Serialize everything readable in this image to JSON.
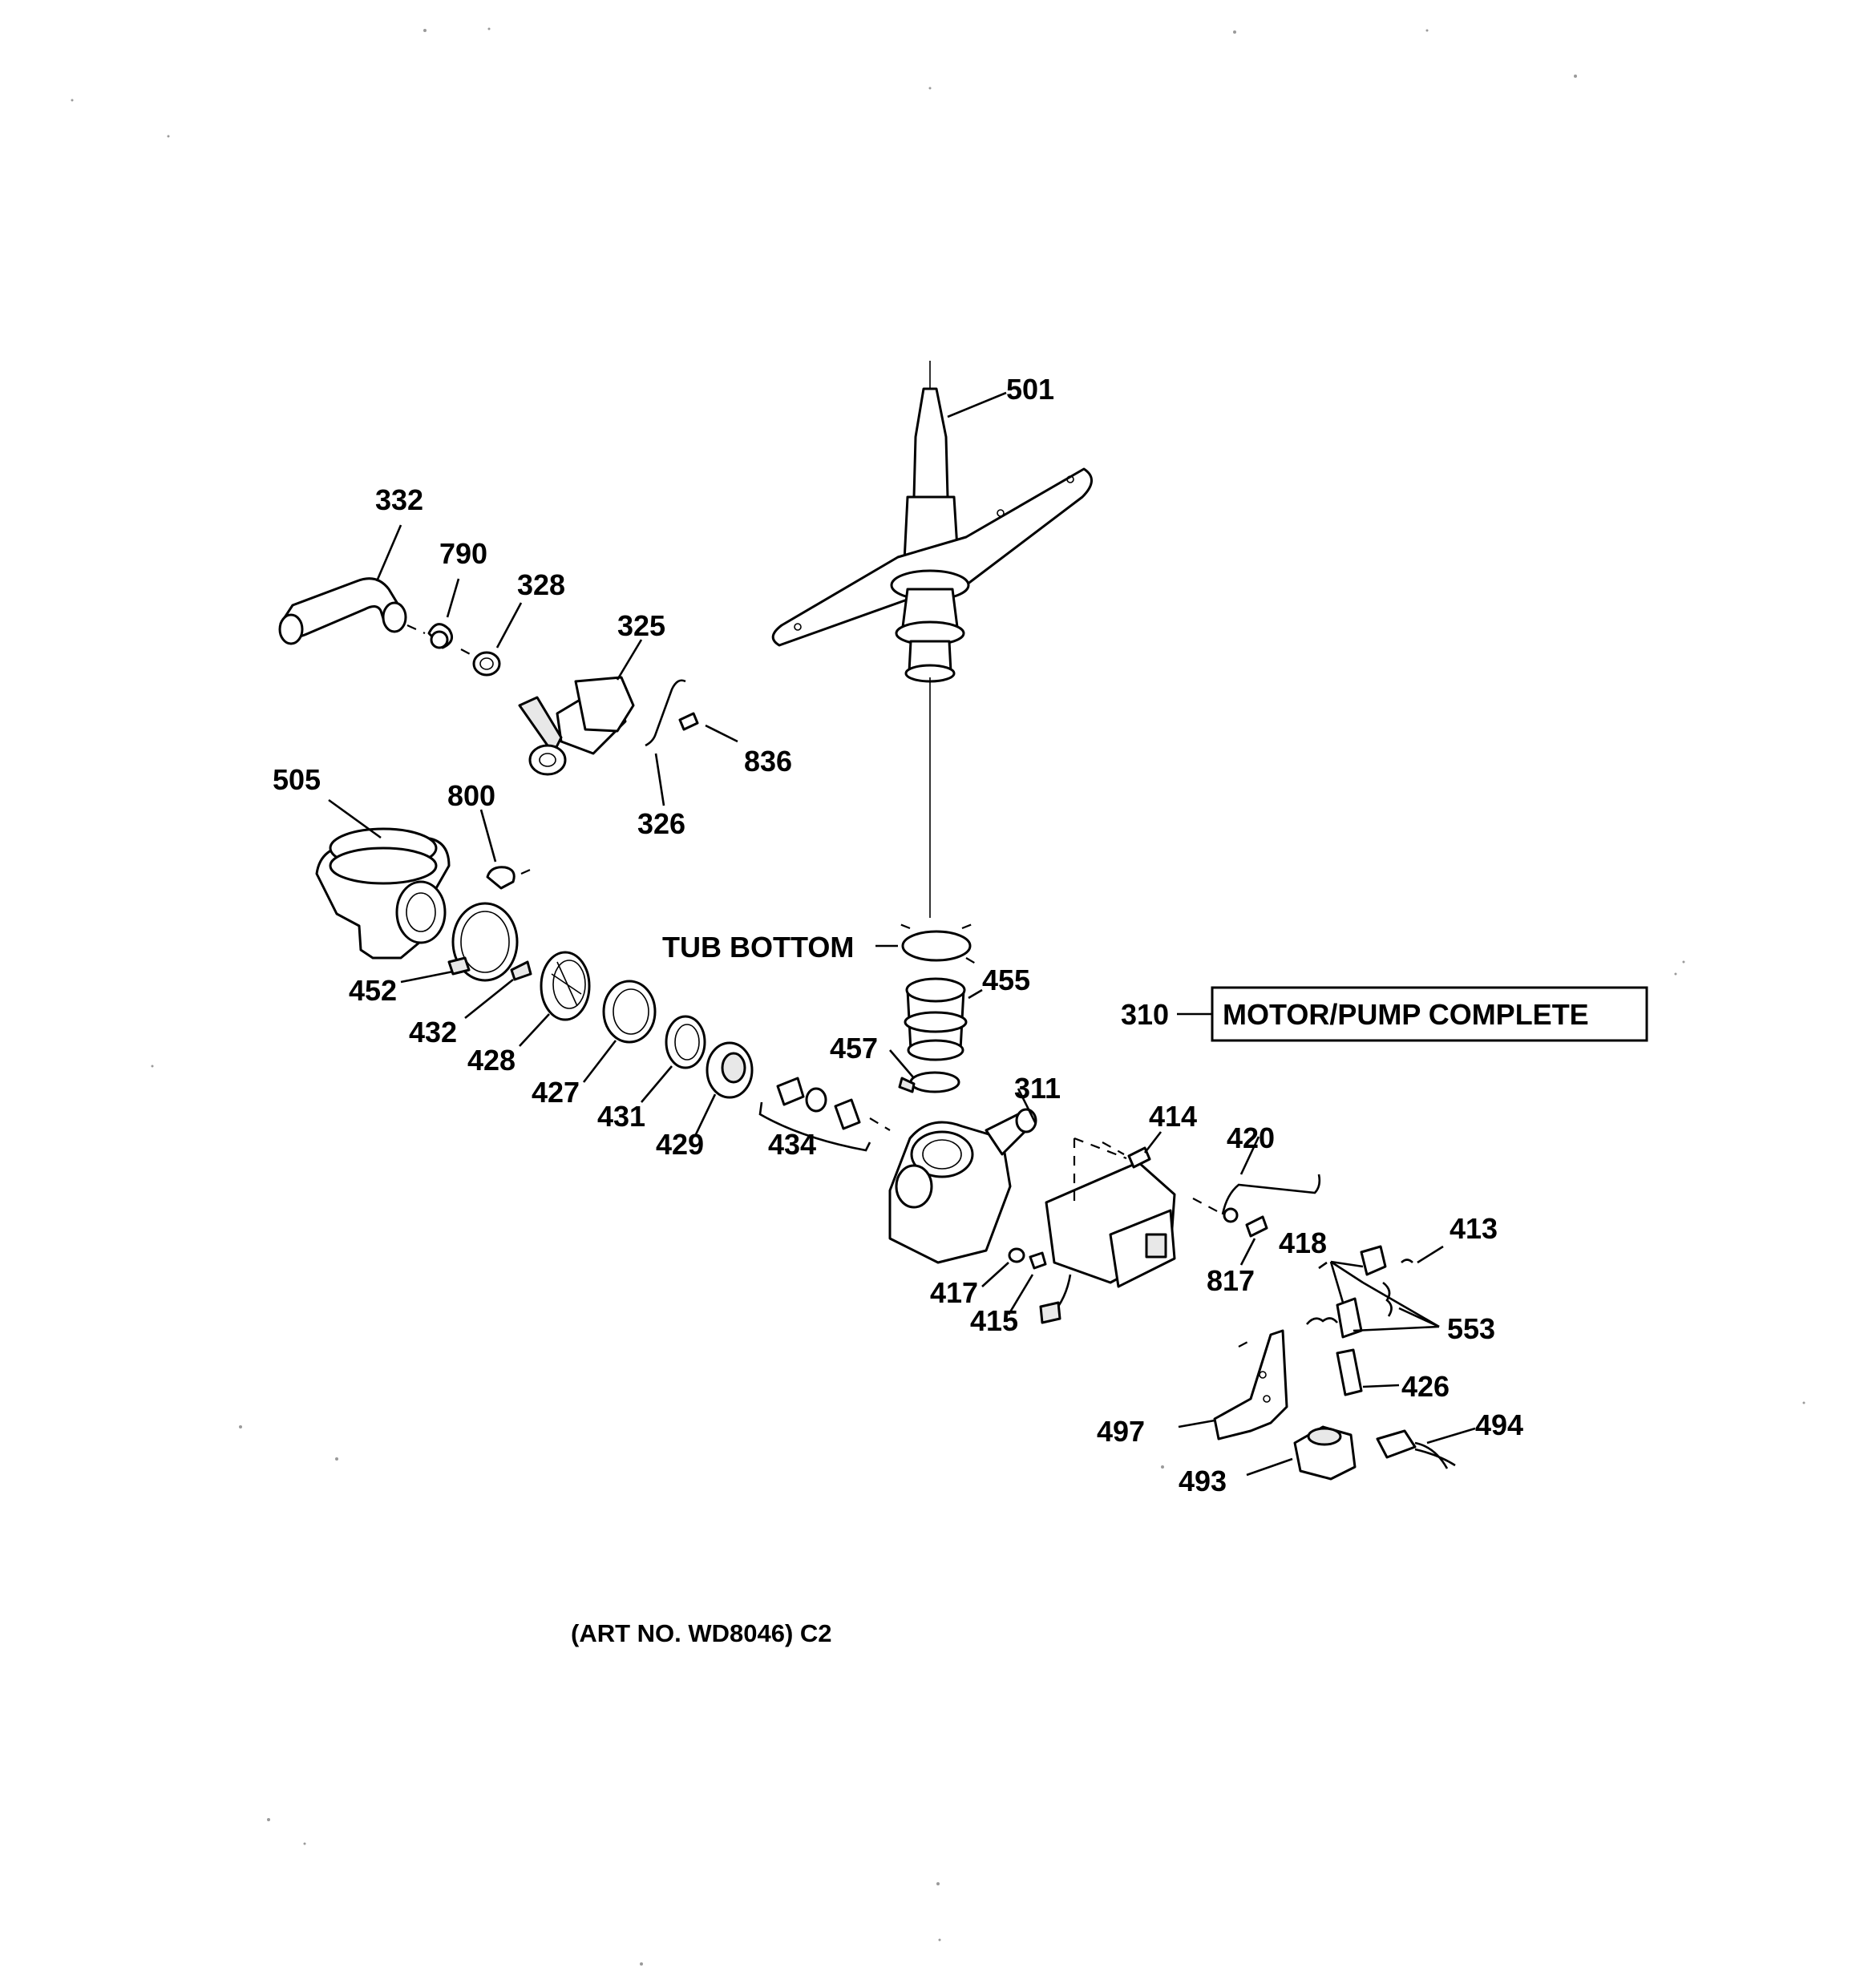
{
  "callouts": {
    "p501": "501",
    "p332": "332",
    "p790": "790",
    "p328": "328",
    "p325": "325",
    "p836": "836",
    "p326": "326",
    "p505": "505",
    "p800": "800",
    "p455": "455",
    "p310": "310",
    "p457": "457",
    "p452": "452",
    "p432": "432",
    "p428": "428",
    "p427": "427",
    "p431": "431",
    "p429": "429",
    "p434": "434",
    "p311": "311",
    "p414": "414",
    "p420": "420",
    "p418": "418",
    "p413": "413",
    "p817": "817",
    "p417": "417",
    "p415": "415",
    "p553": "553",
    "p426": "426",
    "p497": "497",
    "p494": "494",
    "p493": "493"
  },
  "labels": {
    "tub_bottom": "TUB BOTTOM",
    "motor_pump_complete": "MOTOR/PUMP COMPLETE",
    "art_number": "(ART NO. WD8046) C2"
  }
}
